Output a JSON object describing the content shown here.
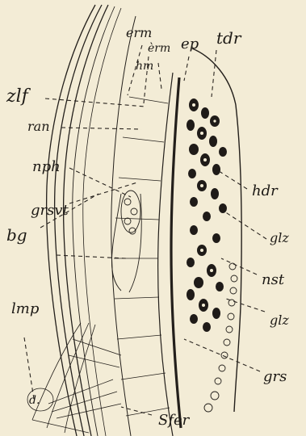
{
  "labels": {
    "erm": "erm",
    "erm2": "èrm",
    "hm": "hm",
    "ep": "ep",
    "tdr": "tdr",
    "zlf": "zlf",
    "ran": "ran",
    "nph": "nph",
    "grsvt": "grsvt",
    "bg": "bg",
    "hdr": "hdr",
    "glz": "glz",
    "lmp": "lmp",
    "nst": "nst",
    "glz2": "glz",
    "grs": "grs",
    "dc": "d.",
    "sfer": "Sfer"
  },
  "colors": {
    "paper": "#f3ecd6",
    "ink": "#231f1b"
  }
}
